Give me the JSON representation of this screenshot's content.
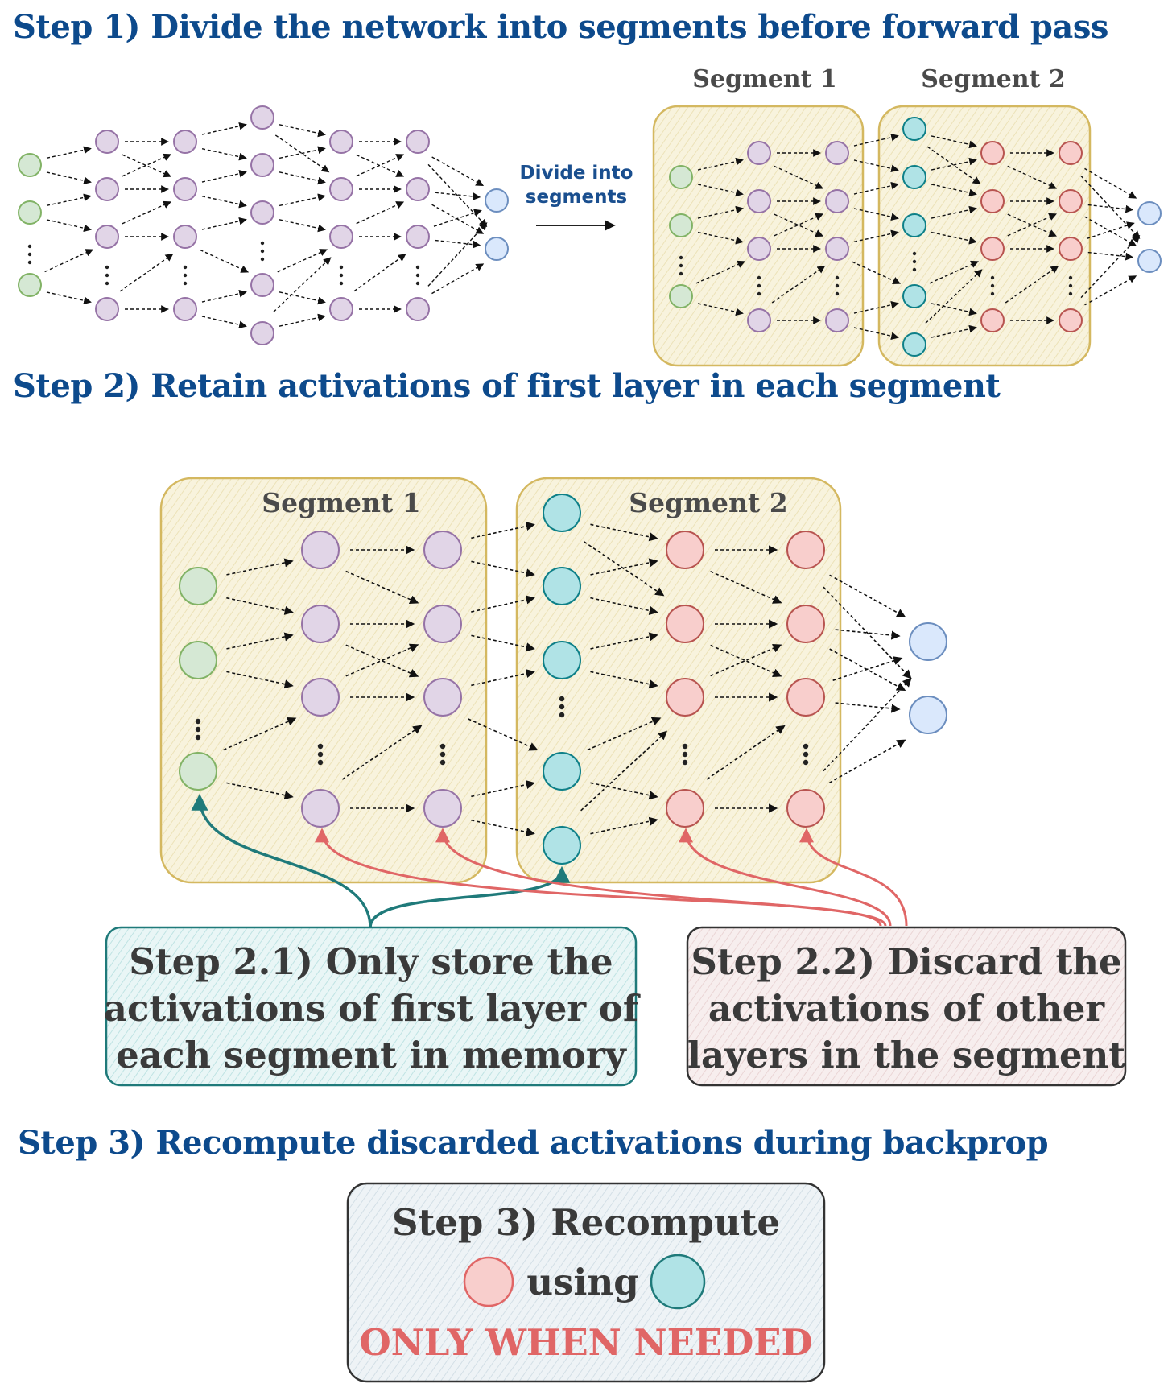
{
  "steps": {
    "step1_title": "Step 1) Divide the network into segments before forward pass",
    "step2_title": "Step 2) Retain activations of first layer in each segment",
    "step3_title": "Step 3) Recompute discarded activations during backprop"
  },
  "step1": {
    "divide_label_line1": "Divide into",
    "divide_label_line2": "segments",
    "segment1_label": "Segment 1",
    "segment2_label": "Segment 2"
  },
  "step2": {
    "segment1_label": "Segment 1",
    "segment2_label": "Segment 2",
    "box_store_lines": [
      "Step 2.1) Only store the",
      "activations of first layer of",
      "each segment in memory"
    ],
    "box_discard_lines": [
      "Step 2.2) Discard the",
      "activations of other",
      "layers in the segment"
    ]
  },
  "step3": {
    "box_line1": "Step 3) Recompute",
    "box_using": "using",
    "box_emphasis": "ONLY WHEN NEEDED"
  },
  "colors": {
    "title_blue": "#0d4a8c",
    "input_green": "#d5e8d4",
    "hidden_purple": "#e1d5e7",
    "checkpoint_teal": "#b0e3e6",
    "discarded_red": "#f8cecc",
    "output_blue": "#dae8fc",
    "segment_fill": "#f7f1d9",
    "store_arrow_teal": "#1f7a7a",
    "discard_arrow_red": "#e06666"
  }
}
